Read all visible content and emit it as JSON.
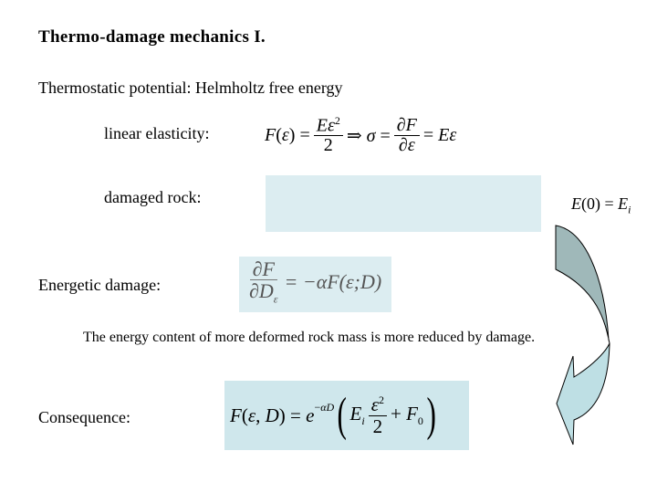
{
  "slide": {
    "title": "Thermo-damage mechanics I.",
    "subtitle": "Thermostatic potential: Helmholtz free energy",
    "items": [
      {
        "label": "linear elasticity:"
      },
      {
        "label": "damaged rock:"
      },
      {
        "label": "Energetic damage:"
      },
      {
        "label": "Consequence:"
      }
    ],
    "note": "The energy content of more deformed rock mass is more reduced by damage.",
    "equations": {
      "linear_elasticity": {
        "lhs": "F(ε) =",
        "num": "Eε²",
        "den": "2",
        "arrow": "⇒",
        "sigma": "σ =",
        "dnum": "∂F",
        "dden": "∂ε",
        "rhs": "= Eε"
      },
      "initial_modulus": "E(0) = E_i",
      "energetic_damage": "∂F/∂D|ε = −αF(ε;D)",
      "consequence": {
        "lhs": "F(ε, D) = e",
        "exp": "−αD",
        "Ei": "E",
        "Ei_sub": "i",
        "num": "ε²",
        "den": "2",
        "plus": "+ F",
        "F0_sub": "0"
      }
    },
    "colors": {
      "box_light": "#dcedf1",
      "box_formula": "#cfe7ec",
      "arrow_top": "#9fb8b9",
      "arrow_bottom": "#bedfe4"
    }
  }
}
